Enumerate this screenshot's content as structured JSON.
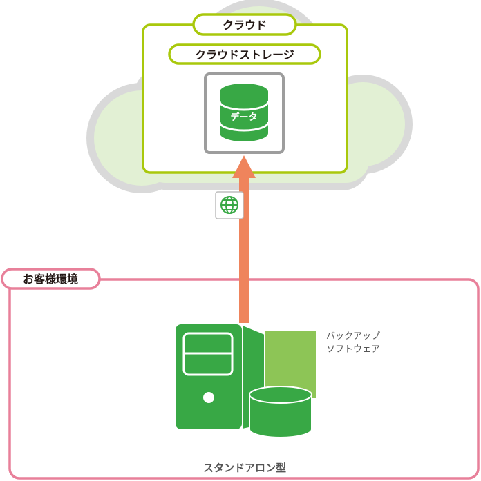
{
  "cloud": {
    "title": "クラウド",
    "storage_label": "クラウドストレージ",
    "data_label": "データ"
  },
  "connection": {
    "icon": "globe-icon"
  },
  "customer": {
    "title": "お客様環境",
    "software_label_line1": "バックアップ",
    "software_label_line2": "ソフトウェア",
    "type_label": "スタンドアロン型"
  },
  "colors": {
    "cloud_border": "#a9c80c",
    "customer_border": "#e8809a",
    "server_green": "#38a845",
    "software_green": "#8dc556",
    "arrow": "#ef845c"
  }
}
